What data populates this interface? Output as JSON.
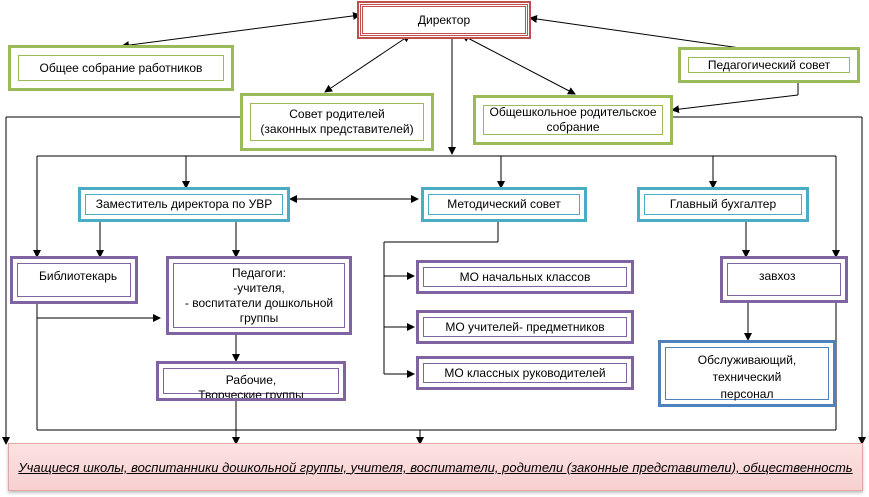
{
  "nodes": {
    "director": "Директор",
    "general_meeting": "Общее собрание работников",
    "pedagogical_council": "Педагогический совет",
    "parents_council": "Совет родителей\n(законных представителей)",
    "parent_meeting": "Общешкольное родительское\nсобрание",
    "deputy_director": "Заместитель директора по УВР",
    "methodical_council": "Методический совет",
    "chief_accountant": "Главный бухгалтер",
    "librarian": "Библиотекарь",
    "teachers": "Педагоги:\n-учителя,\n- воспитатели дошкольной\nгруппы",
    "mo_primary": "МО начальных классов",
    "mo_subject": "МО учителей- предметников",
    "mo_class": "МО классных руководителей",
    "supply_manager": "завхоз",
    "workers": "Рабочие,\nТворческие группы",
    "service_staff": "Обслуживающий,\nтехнический\nперсонал",
    "audience": "Учащиеся школы, воспитанники дошкольной группы, учителя, воспитатели, родители (законные представители), общественность"
  },
  "colors": {
    "director_border": "#c0504d",
    "top_border": "#9bbb59",
    "middle_border": "#4bacc6",
    "lower_border": "#8064a2",
    "staff_border": "#4f81bd",
    "band_fill": "#fde2e2"
  }
}
